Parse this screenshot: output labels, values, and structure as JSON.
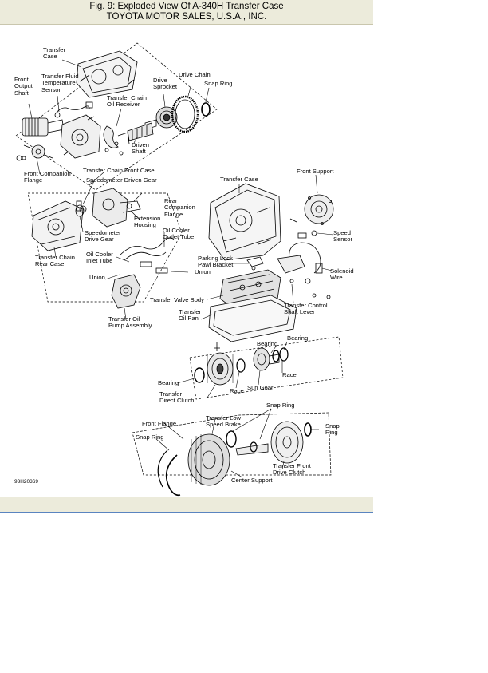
{
  "header": {
    "title": "Fig. 9: Exploded View Of A-340H Transfer Case",
    "subtitle": "TOYOTA MOTOR SALES, U.S.A., INC."
  },
  "figure_code": "93H20369",
  "labels": {
    "transfer_case_top": "Transfer\nCase",
    "front_output_shaft": "Front\nOutput\nShaft",
    "fluid_temp_sensor": "Transfer Fluid\nTemperature\nSensor",
    "drive_sprocket": "Drive\nSprocket",
    "drive_chain": "Drive Chain",
    "snap_ring_top": "Snap Ring",
    "chain_oil_receiver": "Transfer Chain\nOil Receiver",
    "driven_shaft": "Driven\nShaft",
    "front_companion_flange": "Front Companion\nFlange",
    "chain_front_case": "Transfer Chain Front Case",
    "speedo_driven_gear": "Speedometer Driven Gear",
    "rear_companion_flange": "Rear\nCompanion\nFlange",
    "extension_housing": "Extension\nHousing",
    "speedo_drive_gear": "Speedometer\nDrive Gear",
    "oil_cooler_outlet": "Oil Cooler\nOutlet Tube",
    "oil_cooler_inlet": "Oil Cooler\nInlet Tube",
    "union_left": "Union",
    "union_right": "Union",
    "chain_rear_case": "Transfer Chain\nRear Case",
    "oil_pump_assembly": "Transfer Oil\nPump Assembly",
    "transfer_case_mid": "Transfer Case",
    "front_support": "Front Support",
    "speed_sensor": "Speed\nSensor",
    "solenoid_wire": "Solenoid\nWire",
    "parking_lock_bracket": "Parking Lock\nPawl Bracket",
    "valve_body": "Transfer Valve Body",
    "oil_pan": "Transfer\nOil Pan",
    "control_shaft_lever": "Transfer Control\nShaft Lever",
    "bearing_top": "Bearing",
    "bearing_mid": "Bearing",
    "bearing_left": "Bearing",
    "race_right": "Race",
    "race_mid": "Race",
    "sun_gear": "Sun Gear",
    "direct_clutch": "Transfer\nDirect Clutch",
    "low_speed_brake": "Transfer Low\nSpeed Brake",
    "snap_ring_mid": "Snap Ring",
    "front_flange": "Front Flange",
    "snap_ring_left": "Snap Ring",
    "snap_ring_right": "Snap\nRing",
    "center_support": "Center Support",
    "front_drive_clutch": "Transfer Front\nDrive Clutch"
  }
}
